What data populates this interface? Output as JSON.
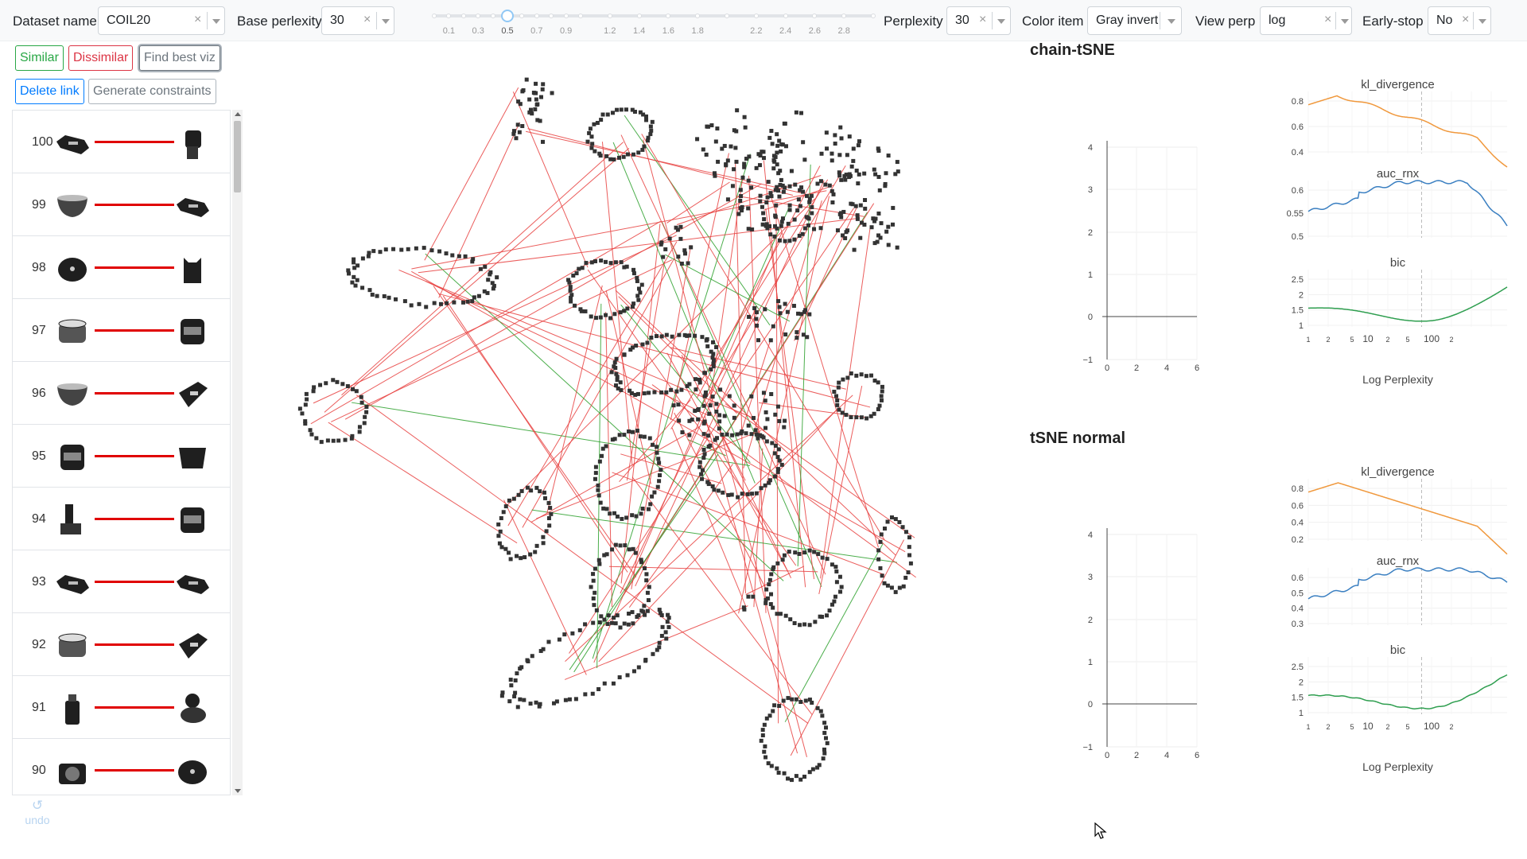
{
  "toolbar": {
    "dataset_label": "Dataset name",
    "dataset_value": "COIL20",
    "base_perp_label": "Base perlexity",
    "base_perp_value": "30",
    "slider": {
      "marks": [
        "0.1",
        "0.3",
        "0.5",
        "0.7",
        "0.9",
        "1.2",
        "1.4",
        "1.6",
        "1.8",
        "2.2",
        "2.4",
        "2.6",
        "2.8"
      ],
      "selected": "0.5"
    },
    "perplexity_label": "Perplexity",
    "perplexity_value": "30",
    "color_label": "Color item",
    "color_value": "Gray invert",
    "view_perp_label": "View perp",
    "view_perp_value": "log",
    "early_stop_label": "Early-stop",
    "early_stop_value": "No",
    "clear_glyph": "×"
  },
  "actions": {
    "similar": "Similar",
    "dissimilar": "Dissimilar",
    "find_best": "Find best viz",
    "delete_link": "Delete link",
    "generate": "Generate constraints",
    "undo": "undo",
    "undo_glyph": "↺"
  },
  "links": [
    {
      "id": "100",
      "left": "car",
      "right": "cup"
    },
    {
      "id": "99",
      "left": "bowl",
      "right": "car"
    },
    {
      "id": "98",
      "left": "pig",
      "right": "cat"
    },
    {
      "id": "97",
      "left": "tub",
      "right": "jar"
    },
    {
      "id": "96",
      "left": "bowl",
      "right": "box"
    },
    {
      "id": "95",
      "left": "jar",
      "right": "pot"
    },
    {
      "id": "94",
      "left": "block",
      "right": "jar"
    },
    {
      "id": "93",
      "left": "car",
      "right": "car"
    },
    {
      "id": "92",
      "left": "tub",
      "right": "box"
    },
    {
      "id": "91",
      "left": "bottle",
      "right": "duck"
    },
    {
      "id": "90",
      "left": "camera",
      "right": "pig"
    }
  ],
  "colors": {
    "similar_link": "#2ca02c",
    "dissimilar_link": "#e8413f",
    "kl": "#f0983c",
    "auc": "#3a7fc1",
    "bic": "#2e9e4f",
    "point": "#333333"
  },
  "chain": {
    "title": "chain-tSNE",
    "axis": {
      "yticks": [
        "4",
        "3",
        "2",
        "1",
        "0",
        "−1"
      ],
      "xticks": [
        "0",
        "2",
        "4",
        "6"
      ]
    },
    "metrics": [
      {
        "name": "kl_divergence",
        "ticks": [
          "0.8",
          "0.6",
          "0.4"
        ]
      },
      {
        "name": "auc_rnx",
        "ticks": [
          "0.6",
          "0.55",
          "0.5"
        ]
      },
      {
        "name": "bic",
        "ticks": [
          "2.5",
          "2",
          "1.5",
          "1"
        ]
      }
    ],
    "xticks": [
      "1",
      "2",
      "5",
      "10",
      "2",
      "5",
      "100",
      "2"
    ],
    "xlabel": "Log Perplexity"
  },
  "normal": {
    "title": "tSNE normal",
    "axis": {
      "yticks": [
        "4",
        "3",
        "2",
        "1",
        "0",
        "−1"
      ],
      "xticks": [
        "0",
        "2",
        "4",
        "6"
      ]
    },
    "metrics": [
      {
        "name": "kl_divergence",
        "ticks": [
          "0.8",
          "0.6",
          "0.4",
          "0.2"
        ]
      },
      {
        "name": "auc_rnx",
        "ticks": [
          "0.6",
          "0.5",
          "0.4",
          "0.3"
        ]
      },
      {
        "name": "bic",
        "ticks": [
          "2.5",
          "2",
          "1.5",
          "1"
        ]
      }
    ],
    "xticks": [
      "1",
      "2",
      "5",
      "10",
      "2",
      "5",
      "100",
      "2"
    ],
    "xlabel": "Log Perplexity"
  }
}
